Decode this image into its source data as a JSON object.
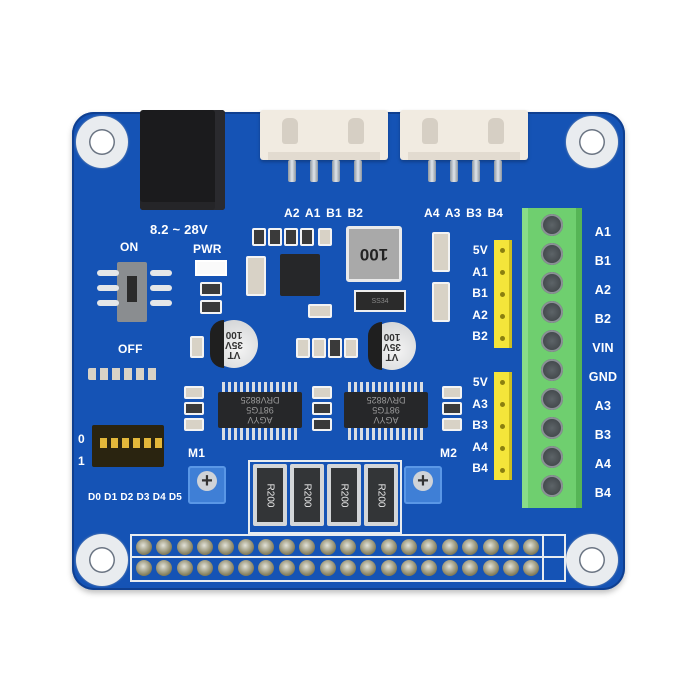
{
  "scene": {
    "description": "Product photo of a blue stepper motor driver HAT PCB on white background",
    "background_color": "#ffffff",
    "board_color": "#1553b5"
  },
  "power": {
    "input_label": "8.2 ~ 28V",
    "switch_on_label": "ON",
    "switch_off_label": "OFF",
    "pwr_led_label": "PWR"
  },
  "motor_connectors": [
    {
      "pins": [
        "A2",
        "A1",
        "B1",
        "B2"
      ]
    },
    {
      "pins": [
        "A4",
        "A3",
        "B3",
        "B4"
      ]
    }
  ],
  "header_pins": {
    "group1": [
      "5V",
      "A1",
      "B1",
      "A2",
      "B2"
    ],
    "group2": [
      "5V",
      "A3",
      "B3",
      "A4",
      "B4"
    ]
  },
  "screw_terminal": {
    "labels": [
      "A1",
      "B1",
      "A2",
      "B2",
      "VIN",
      "GND",
      "A3",
      "B3",
      "A4",
      "B4"
    ]
  },
  "dip_switch": {
    "row_labels": [
      "0",
      "1"
    ],
    "channel_labels": [
      "D0",
      "D1",
      "D2",
      "D3",
      "D4",
      "D5"
    ]
  },
  "motor_labels": {
    "m1": "M1",
    "m2": "M2"
  },
  "components": {
    "inductor_marking": "100",
    "diode_marking": "SS34",
    "capacitor_marking": [
      "100",
      "35V",
      "VT"
    ],
    "driver_ic_marking": [
      "DRV8825",
      "98TG5",
      "AGYV"
    ],
    "current_sense_resistors": [
      "R200",
      "R200",
      "R200",
      "R200"
    ]
  },
  "gpio_header": {
    "rows": 2,
    "columns": 20
  }
}
